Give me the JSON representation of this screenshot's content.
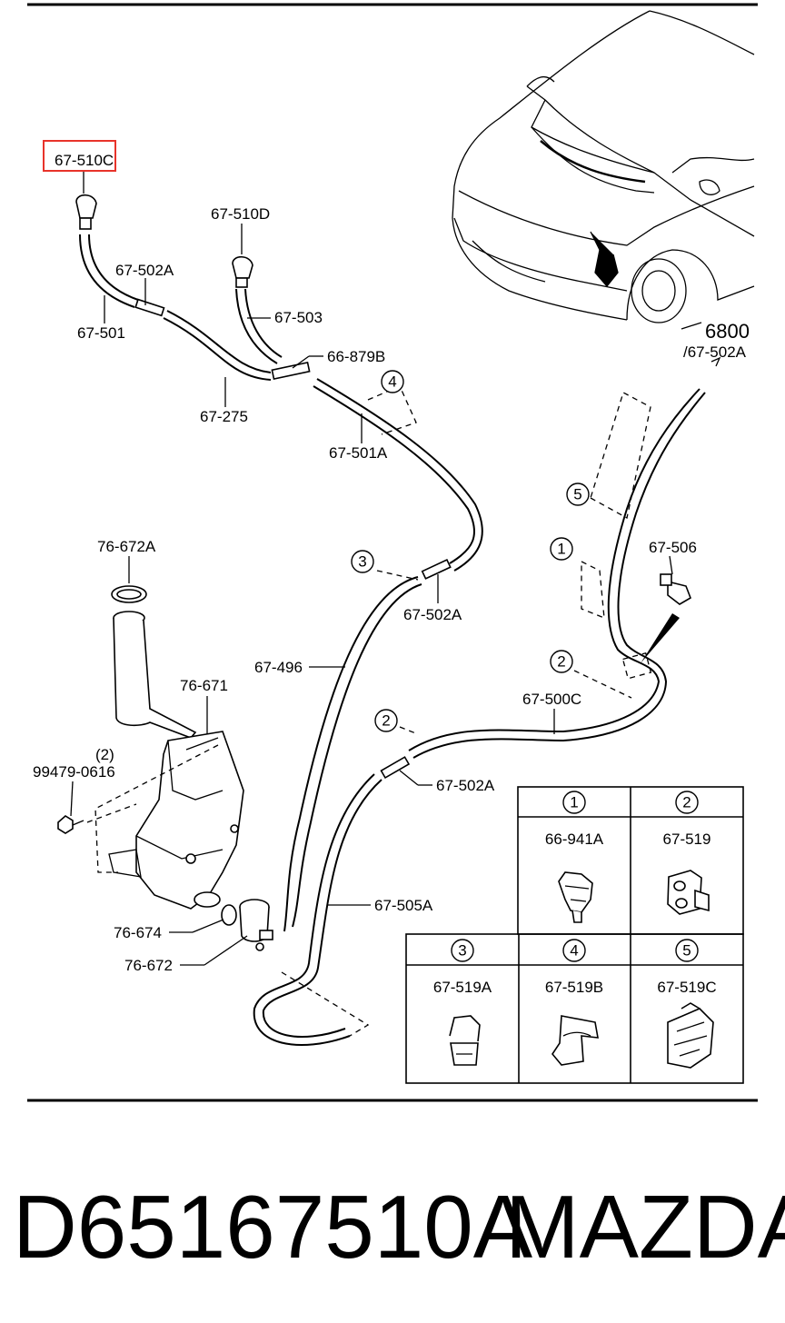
{
  "labels": {
    "l1": "67-510C",
    "l2": "67-510D",
    "l3": "67-502A",
    "l4": "67-503",
    "l5": "67-501",
    "l6": "66-879B",
    "l7": "67-275",
    "l8": "67-501A",
    "l9": "6800",
    "l10": "/67-502A",
    "l11": "76-672A",
    "l12": "67-506",
    "l13": "67-502A",
    "l14": "67-496",
    "l15": "76-671",
    "l16": "67-500C",
    "l17": "(2)",
    "l18": "99479-0616",
    "l19": "67-502A",
    "l20": "67-505A",
    "l21": "76-674",
    "l22": "76-672"
  },
  "callouts": {
    "c1": "1",
    "c2": "2",
    "c3": "3",
    "c4": "4",
    "c5": "5"
  },
  "legend": {
    "h1": "1",
    "h2": "2",
    "h3": "3",
    "h4": "4",
    "h5": "5",
    "p1": "66-941A",
    "p2": "67-519",
    "p3": "67-519A",
    "p4": "67-519B",
    "p5": "67-519C"
  },
  "footer": {
    "part_number": "D65167510A",
    "brand": "MAZDA"
  },
  "highlight_color": "#e8332a"
}
